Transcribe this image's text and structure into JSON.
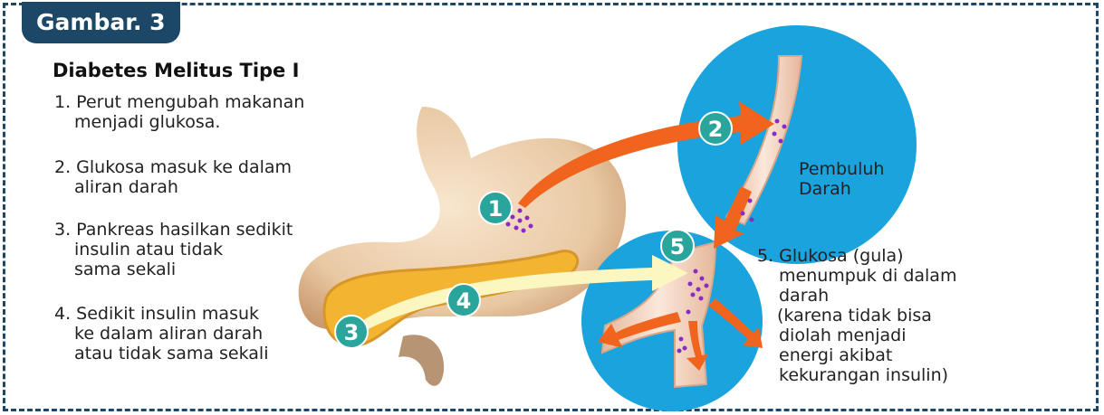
{
  "figure_label": "Gambar. 3",
  "title": "Diabetes Melitus Tipe I",
  "steps": [
    {
      "line1": "1. Perut mengubah makanan",
      "line2": "menjadi glukosa."
    },
    {
      "line1": "2. Glukosa masuk ke dalam",
      "line2": "aliran darah"
    },
    {
      "line1": "3. Pankreas hasilkan sedikit",
      "line2": "insulin atau tidak",
      "line3": "sama sekali"
    },
    {
      "line1": "4. Sedikit insulin masuk",
      "line2": "ke dalam aliran darah",
      "line3": "atau tidak sama sekali"
    }
  ],
  "vessel_label": {
    "line1": "Pembuluh",
    "line2": "Darah"
  },
  "step5": {
    "line1": "5. Glukosa (gula)",
    "line2": "menumpuk di dalam",
    "line3": "darah",
    "line4": "(karena tidak bisa",
    "line5": "diolah menjadi",
    "line6": "energi akibat",
    "line7": "kekurangan insulin)"
  },
  "markers": [
    "1",
    "2",
    "3",
    "4",
    "5"
  ],
  "colors": {
    "frame": "#1c4766",
    "marker": "#2aa59b",
    "arrow": "#f0641e",
    "circle": "#1ba3dd",
    "insulin_arrow": "#fcf6c0",
    "glucose": "#8a2bc4"
  }
}
